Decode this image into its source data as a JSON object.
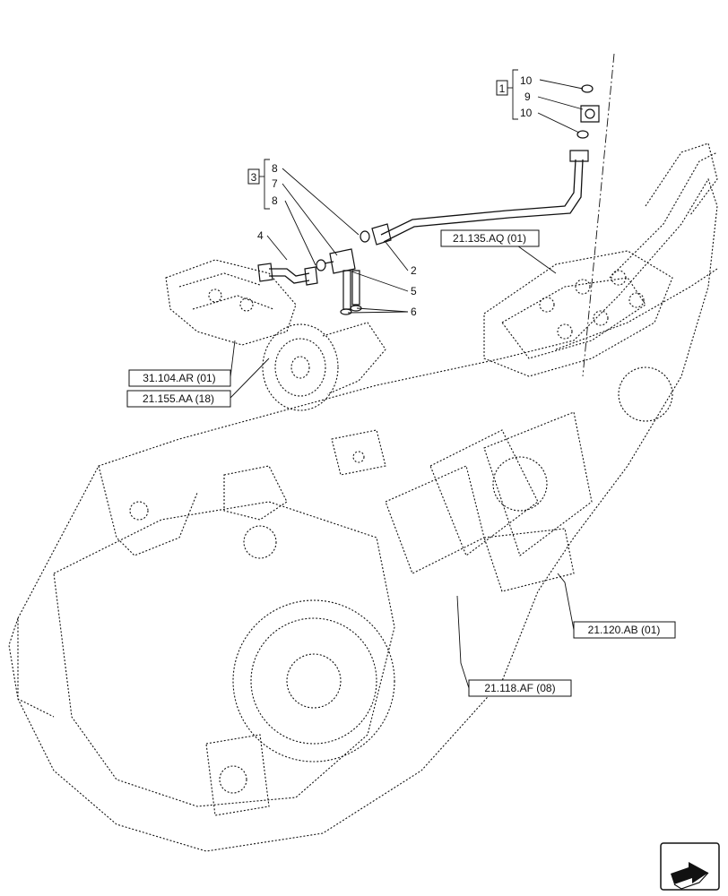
{
  "callouts": {
    "c10a": "10",
    "c9": "9",
    "c10b": "10",
    "c8a": "8",
    "c7": "7",
    "c8b": "8",
    "c4": "4",
    "c2": "2",
    "c5": "5",
    "c6": "6"
  },
  "groups": {
    "g1": "1",
    "g3": "3"
  },
  "references": {
    "r_21135": "21.135.AQ (01)",
    "r_31104": "31.104.AR (01)",
    "r_21155": "21.155.AA (18)",
    "r_21120": "21.120.AB (01)",
    "r_21118": "21.118.AF (08)"
  }
}
